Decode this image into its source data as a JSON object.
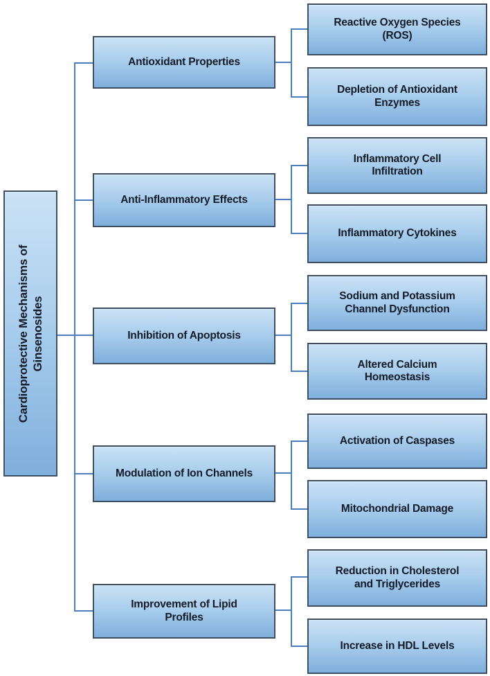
{
  "diagram": {
    "root": {
      "label": "Cardioprotective Mechanisms of Ginsenosides"
    },
    "branches": [
      {
        "label": "Antioxidant Properties",
        "children": [
          {
            "label": "Reactive Oxygen Species (ROS)"
          },
          {
            "label": "Depletion of Antioxidant Enzymes"
          }
        ]
      },
      {
        "label": "Anti-Inflammatory Effects",
        "children": [
          {
            "label": "Inflammatory Cell Infiltration"
          },
          {
            "label": "Inflammatory Cytokines"
          }
        ]
      },
      {
        "label": "Inhibition of Apoptosis",
        "children": [
          {
            "label": "Sodium and Potassium Channel Dysfunction"
          },
          {
            "label": "Altered Calcium Homeostasis"
          }
        ]
      },
      {
        "label": "Modulation of Ion Channels",
        "children": [
          {
            "label": "Activation of Caspases"
          },
          {
            "label": "Mitochondrial Damage"
          }
        ]
      },
      {
        "label": "Improvement of Lipid Profiles",
        "children": [
          {
            "label": "Reduction in Cholesterol and Triglycerides"
          },
          {
            "label": "Increase in HDL Levels"
          }
        ]
      }
    ],
    "colors": {
      "box_fill_top": "#cbe2f5",
      "box_fill_bottom": "#7fafdc",
      "box_border": "#3d4e63",
      "connector": "#4a7ebf",
      "text": "#121b27",
      "background": "#ffffff"
    }
  }
}
